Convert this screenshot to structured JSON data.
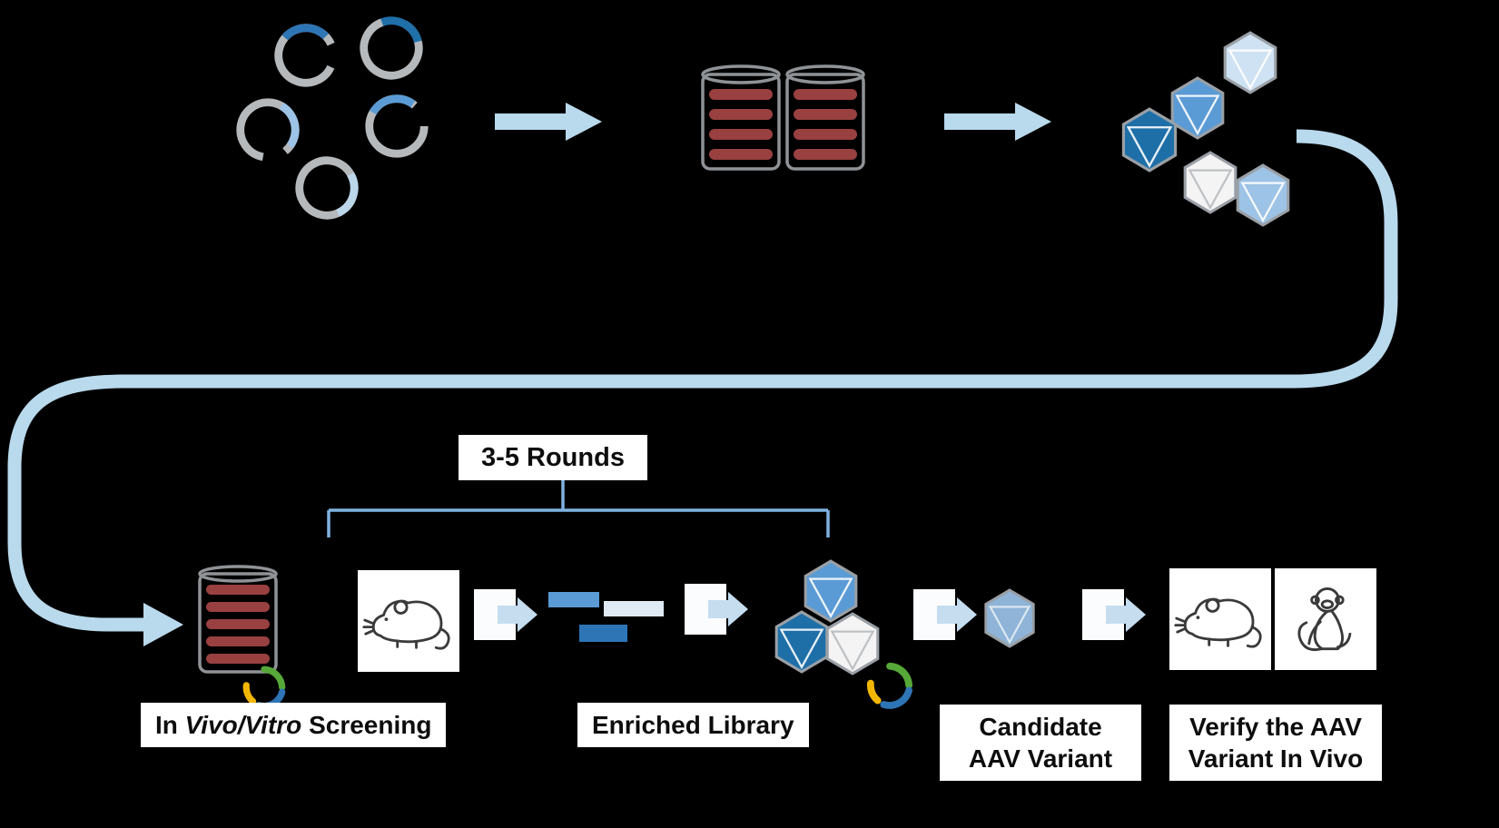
{
  "background": "#000000",
  "palette": {
    "flow_arrow_blue": "#b9d9ec",
    "bracket_blue": "#7fb2e2",
    "flask_outline_gray": "#8f9296",
    "flask_media_red": "#994040",
    "plasmid_ring_gray": "#b6b9bc",
    "plasmid_insert_blues": [
      "#1f6fa8",
      "#2e75b6",
      "#5b9bd5",
      "#9dc3e6",
      "#bcd6ea"
    ],
    "capsid_dark_blue": "#1e6fa8",
    "capsid_medium_blue": "#5b9bd5",
    "capsid_light_blue": "#9dc3e6",
    "capsid_pale_blue": "#cfe2f3",
    "capsid_white": "#f4f4f4",
    "candidate_capsid_blue": "#8fb4d8",
    "fragment_bar_blues": [
      "#5b9bd5",
      "#dfeaf4",
      "#2e75b6"
    ],
    "logo_green": "#56a838",
    "logo_blue": "#2e75b6",
    "logo_yellow": "#f2b705",
    "label_bg": "#ffffff",
    "label_text": "#0d0d0d"
  },
  "labels": {
    "rounds": "3-5 Rounds",
    "screening": {
      "prefix": "In ",
      "italic": "Vivo/Vitro",
      "suffix": " Screening"
    },
    "enriched": "Enriched Library",
    "candidate": {
      "line1": "Candidate",
      "line2": "AAV Variant"
    },
    "verify": {
      "line1": "Verify the AAV",
      "line2": "Variant In Vivo"
    }
  },
  "icons": [
    {
      "name": "plasmid-icon",
      "depicts": "circular plasmid with blue capsid-gene insert"
    },
    {
      "name": "cell-stack-icon",
      "depicts": "multilayer cell culture stack with red media"
    },
    {
      "name": "capsid-icon",
      "depicts": "AAV capsid (hexagon with facets)"
    },
    {
      "name": "arrow-right-icon",
      "depicts": "process flow arrow"
    },
    {
      "name": "curved-flow-arrow",
      "depicts": "large curved connector from capsid library to screening"
    },
    {
      "name": "rounds-bracket",
      "depicts": "bracket spanning the selection cycle"
    },
    {
      "name": "dna-fragment-bars",
      "depicts": "enriched capsid gene fragments"
    },
    {
      "name": "mouse-icon",
      "depicts": "laboratory mouse"
    },
    {
      "name": "monkey-icon",
      "depicts": "non-human primate"
    },
    {
      "name": "brand-logo",
      "depicts": "colorful swirl logo"
    }
  ]
}
